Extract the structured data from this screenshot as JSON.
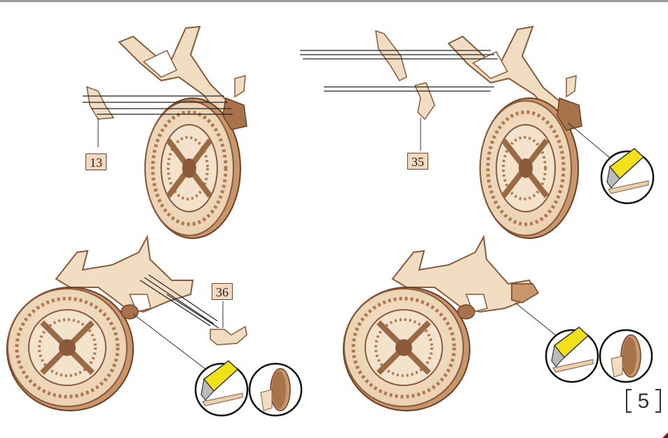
{
  "steps": [
    {
      "part_label": "13"
    },
    {
      "part_label": "35"
    },
    {
      "part_label": "36"
    },
    {
      "part_label": ""
    }
  ],
  "page_number": "5",
  "icons": [
    "utility-knife-icon",
    "glue-peg-icon"
  ],
  "colors": {
    "wood_light": "#f1ddc2",
    "wood_edge": "#8a5a3a",
    "wood_dark": "#6e3f22",
    "label_fill": "#f3d9bd",
    "knife_yellow": "#f2e11a"
  }
}
